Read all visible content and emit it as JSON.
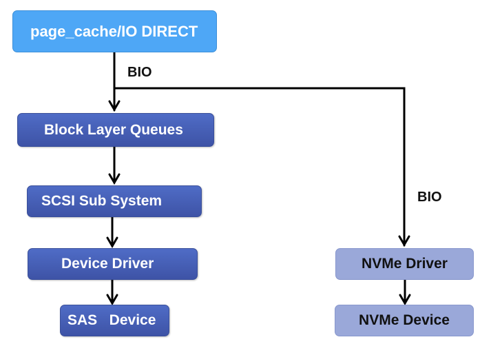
{
  "diagram": {
    "nodes": {
      "page_cache": "page_cache/IO DIRECT",
      "block_layer": "Block Layer Queues",
      "scsi": "SCSI Sub System",
      "device_driver": "Device Driver",
      "sas_device": "SAS   Device",
      "nvme_driver": "NVMe Driver",
      "nvme_device": "NVMe Device"
    },
    "edge_labels": {
      "bio_left": "BIO",
      "bio_right": "BIO"
    },
    "edges": [
      {
        "from": "page_cache",
        "to": "block_layer",
        "label": "BIO"
      },
      {
        "from": "page_cache",
        "to": "nvme_driver",
        "label": "BIO"
      },
      {
        "from": "block_layer",
        "to": "scsi"
      },
      {
        "from": "scsi",
        "to": "device_driver"
      },
      {
        "from": "device_driver",
        "to": "sas_device"
      },
      {
        "from": "nvme_driver",
        "to": "nvme_device"
      }
    ],
    "colors": {
      "top_node": "#4ea7f6",
      "stack_node": "#4a63bb",
      "nvme_node": "#9aa8d9",
      "edge": "#000000"
    }
  }
}
